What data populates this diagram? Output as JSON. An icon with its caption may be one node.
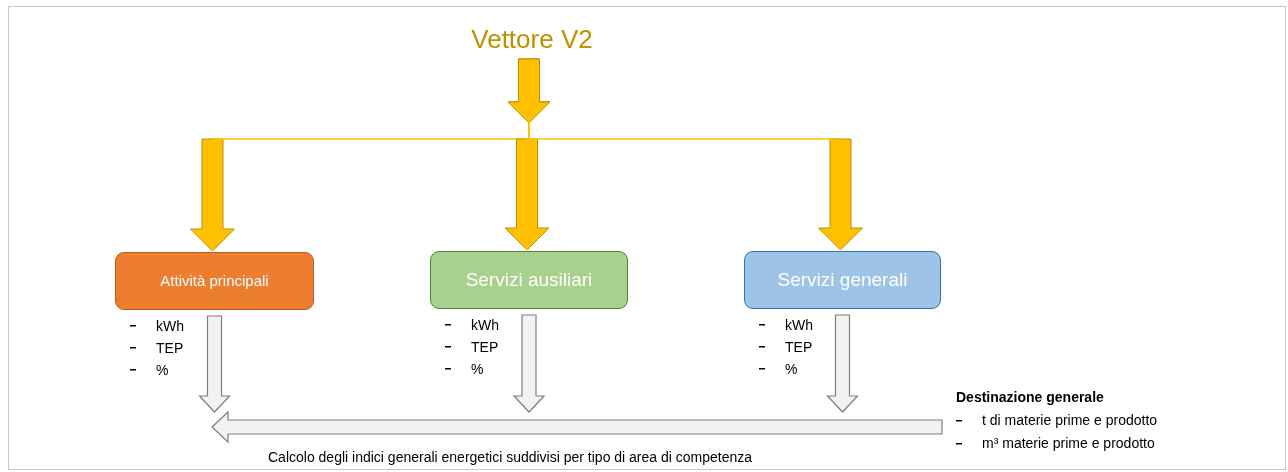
{
  "diagram": {
    "nodes": [
      {
        "text": [
          "Vettore V2"
        ]
      },
      {
        "text": [
          "Attività principali"
        ],
        "beside": [
          "kWh",
          "TEP",
          "%"
        ]
      },
      {
        "text": [
          "Servizi ausiliari"
        ],
        "beside": [
          "kWh",
          "TEP",
          "%"
        ]
      },
      {
        "text": [
          "Servizi generali"
        ],
        "beside": [
          "kWh",
          "TEP",
          "%"
        ]
      },
      {
        "text": [
          "Destinazione generale",
          "t di materie prime e prodotto",
          "m³ materie prime e prodotto"
        ]
      }
    ],
    "edges": [
      {
        "from": 0,
        "to": 1,
        "arrow": "to",
        "color": "#ffc000"
      },
      {
        "from": 0,
        "to": 2,
        "arrow": "to",
        "color": "#ffc000"
      },
      {
        "from": 0,
        "to": 3,
        "arrow": "to",
        "color": "#ffc000"
      },
      {
        "from": 1,
        "to": null,
        "arrow": "to"
      },
      {
        "from": 2,
        "to": null,
        "arrow": "to"
      },
      {
        "from": 3,
        "to": null,
        "arrow": "to"
      },
      {
        "from": 4,
        "to": null,
        "arrow": "to",
        "label": "Calcolo degli indici generali energetici suddivisi per tipo di area di competenza"
      }
    ]
  }
}
